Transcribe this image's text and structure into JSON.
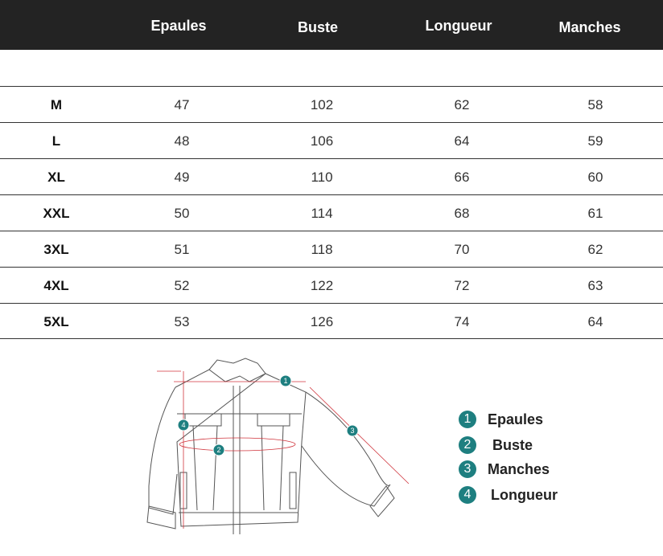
{
  "table": {
    "headers": [
      "",
      "Epaules",
      "Buste",
      "Longueur",
      "Manches"
    ],
    "rows": [
      [
        "M",
        "47",
        "102",
        "62",
        "58"
      ],
      [
        "L",
        "48",
        "106",
        "64",
        "59"
      ],
      [
        "XL",
        "49",
        "110",
        "66",
        "60"
      ],
      [
        "XXL",
        "50",
        "114",
        "68",
        "61"
      ],
      [
        "3XL",
        "51",
        "118",
        "70",
        "62"
      ],
      [
        "4XL",
        "52",
        "122",
        "72",
        "63"
      ],
      [
        "5XL",
        "53",
        "126",
        "74",
        "64"
      ]
    ]
  },
  "legend": [
    {
      "num": "1",
      "label": "Epaules"
    },
    {
      "num": "2",
      "label": "Buste"
    },
    {
      "num": "3",
      "label": "Manches"
    },
    {
      "num": "4",
      "label": "Longueur"
    }
  ],
  "colors": {
    "header_bg": "#232323",
    "badge": "#1e7f80",
    "measure_line": "#d0343c"
  }
}
